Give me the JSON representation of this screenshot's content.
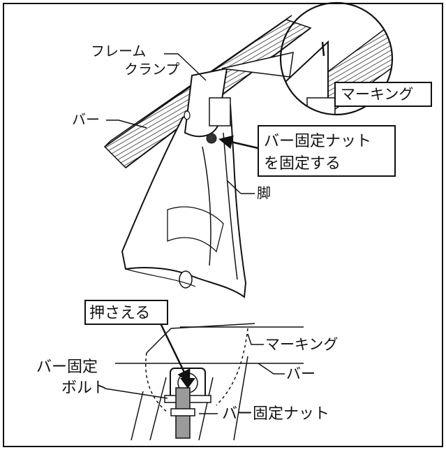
{
  "labels": {
    "frame_clamp_line1": "フレーム",
    "frame_clamp_line2": "クランプ",
    "bar_top": "バー",
    "marking_box": "マーキング",
    "nut_box_line1": "バー固定ナット",
    "nut_box_line2": "を固定する",
    "leg": "脚",
    "press_box": "押さえる",
    "marking_lower": "マーキング",
    "bar_lower": "バー",
    "bolt_line1": "バー固定",
    "bolt_line2": "ボルト",
    "nut_lower": "バー固定ナット"
  },
  "colors": {
    "ink": "#111111",
    "background": "#ffffff",
    "metal_gray": "#9a9a9a"
  }
}
